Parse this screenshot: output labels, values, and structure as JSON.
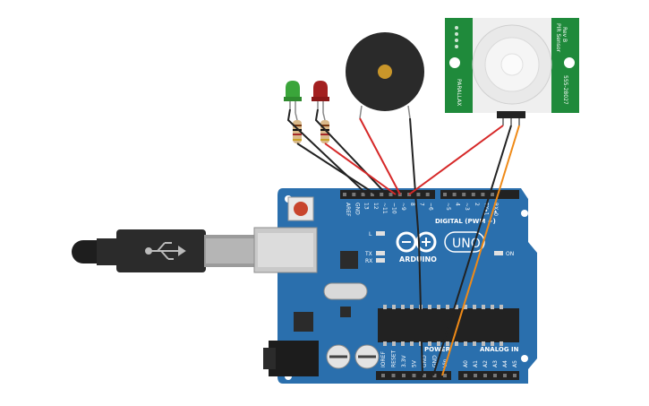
{
  "arduino": {
    "brand": "ARDUINO",
    "model": "UNO",
    "digital_header_label": "DIGITAL (PWM ~)",
    "analog_header_label": "ANALOG IN",
    "power_header_label": "POWER",
    "on_label": "ON",
    "led_l_label": "L",
    "tx_label": "TX",
    "rx_label": "RX",
    "reset_label": "RESET",
    "digital_pins": [
      "AREF",
      "GND",
      "13",
      "12",
      "~11",
      "~10",
      "~9",
      "8",
      "7",
      "~6",
      "~5",
      "4",
      "~3",
      "2",
      "TX▸1",
      "RX◂0"
    ],
    "power_pins": [
      "IOREF",
      "RESET",
      "3.3V",
      "5V",
      "GND",
      "GND",
      "Vin"
    ],
    "analog_pins": [
      "A0",
      "A1",
      "A2",
      "A3",
      "A4",
      "A5"
    ]
  },
  "pir_sensor": {
    "name": "PIR Sensor",
    "rev": "Rev B",
    "part": "555-28027",
    "side_label": "PARALLAX"
  },
  "colors": {
    "board": "#2a6fad",
    "board_dark": "#1f5b93",
    "wire_red": "#d62828",
    "wire_black": "#222222",
    "wire_orange": "#ef8a17",
    "pir_pcb": "#1f8a3b",
    "led_green": "#3aa53a",
    "led_red": "#a32020"
  },
  "icons": [
    "usb-plug-icon",
    "arduino-infinity-logo-icon",
    "buzzer-icon",
    "led-icon",
    "resistor-icon"
  ]
}
